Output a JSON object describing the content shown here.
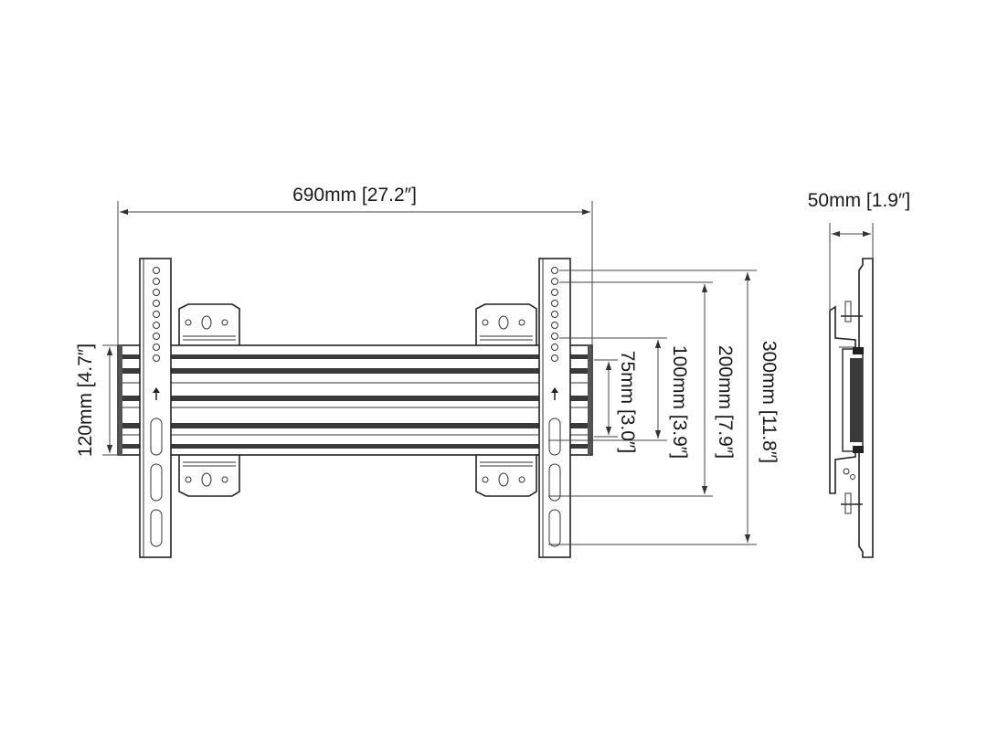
{
  "dimensions": {
    "width": "690mm [27.2″]",
    "depth": "50mm [1.9″]",
    "rail_height": "120mm [4.7″]",
    "vesa_75": "75mm [3.0″]",
    "vesa_100": "100mm [3.9″]",
    "vesa_200": "200mm [7.9″]",
    "vesa_300": "300mm [11.8″]"
  },
  "icons": {
    "up_arrow": "up-arrow-icon"
  },
  "colors": {
    "line": "#222222",
    "rail_dark": "#3a3a3a"
  }
}
